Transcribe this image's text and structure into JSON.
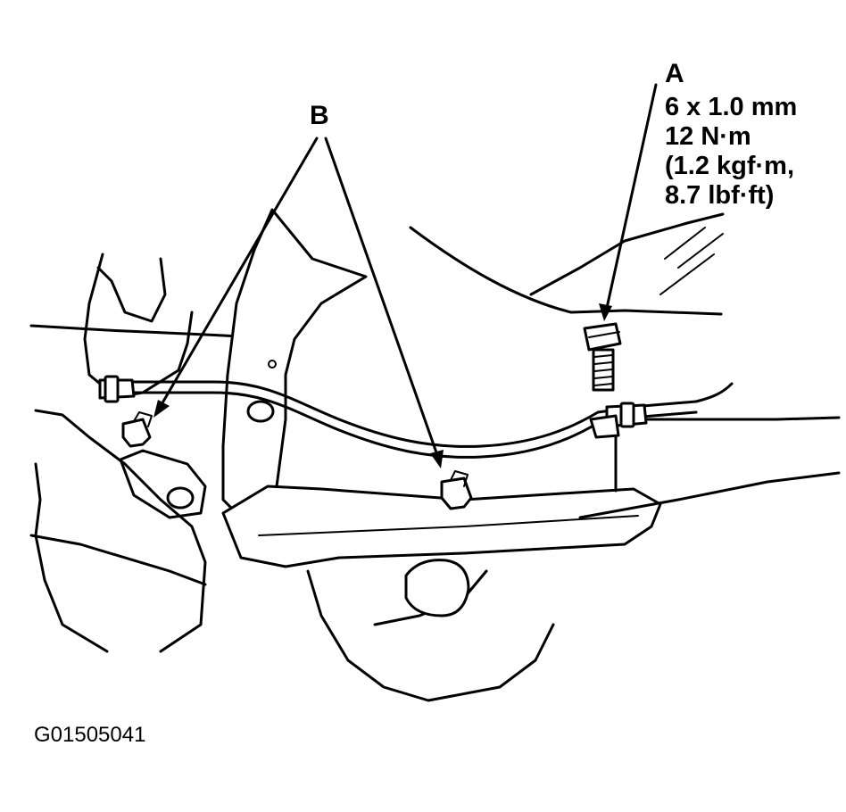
{
  "callouts": {
    "a": {
      "label": "A",
      "spec": [
        "6 x 1.0 mm",
        "12 N·m",
        "(1.2 kgf·m,",
        "8.7 lbf·ft)"
      ]
    },
    "b": {
      "label": "B"
    }
  },
  "figure_code": "G01505041"
}
